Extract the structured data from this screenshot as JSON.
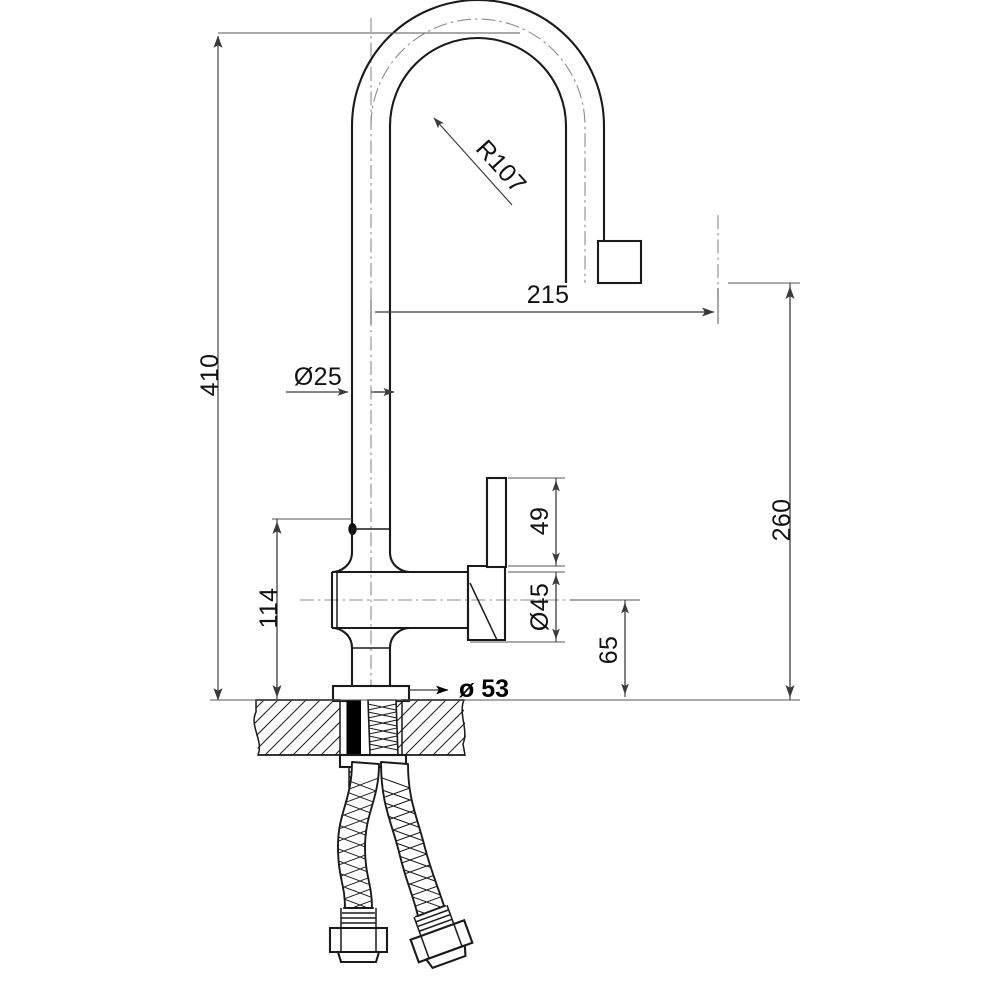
{
  "drawing": {
    "title": "Kitchen Mixer Tap Technical Dimension Drawing",
    "subject": "single-lever gooseneck kitchen faucet",
    "units": "mm",
    "background_color": "#ffffff",
    "line_color": "#1a1a1a",
    "dimension_color": "#3a3a3a",
    "center_line_color": "#8c8c8c"
  },
  "dimensions": {
    "overall_height": {
      "label": "410",
      "orientation": "vertical",
      "position": "left",
      "description": "total height from countertop to top of spout arc"
    },
    "spout_reach": {
      "label": "215",
      "orientation": "horizontal",
      "position": "upper-middle",
      "description": "horizontal reach from tap centre to spout outlet"
    },
    "spout_radius": {
      "label": "R107",
      "orientation": "diagonal",
      "position": "inside arc",
      "description": "bend radius of the gooseneck spout centreline"
    },
    "tube_diameter": {
      "label": "Ø25",
      "orientation": "horizontal",
      "position": "left of riser",
      "description": "diameter of the vertical riser tube"
    },
    "spout_height": {
      "label": "260",
      "orientation": "vertical",
      "position": "right",
      "description": "height from countertop to spout outlet"
    },
    "body_height": {
      "label": "114",
      "orientation": "vertical",
      "position": "left of body",
      "description": "height of the valve body from countertop"
    },
    "handle_height": {
      "label": "49",
      "orientation": "vertical",
      "position": "right of handle",
      "description": "height of the lever handle post"
    },
    "body_diameter": {
      "label": "Ø45",
      "orientation": "vertical",
      "position": "right of body",
      "description": "diameter of the cylindrical valve body"
    },
    "handle_clearance": {
      "label": "65",
      "orientation": "vertical",
      "position": "right of body",
      "description": "clearance height below handle pivot"
    },
    "base_diameter": {
      "label": "ø 53",
      "orientation": "horizontal",
      "position": "base flange, bold",
      "description": "diameter of the mounting base flange"
    }
  },
  "components": [
    {
      "name": "spout-arc",
      "label": "gooseneck spout"
    },
    {
      "name": "spout-outlet",
      "label": "aerator outlet"
    },
    {
      "name": "riser-tube",
      "label": "vertical riser tube"
    },
    {
      "name": "valve-body",
      "label": "cylindrical valve body"
    },
    {
      "name": "lever-handle",
      "label": "single lever handle"
    },
    {
      "name": "base-flange",
      "label": "mounting base flange"
    },
    {
      "name": "countertop",
      "label": "countertop section (hatched)"
    },
    {
      "name": "mounting-stud",
      "label": "threaded mounting stud"
    },
    {
      "name": "supply-hose-left",
      "label": "braided supply hose (left)"
    },
    {
      "name": "supply-hose-right",
      "label": "braided supply hose (right)"
    },
    {
      "name": "hose-nut-left",
      "label": "hex connection nut (left)"
    },
    {
      "name": "hose-nut-right",
      "label": "hex connection nut (right)"
    }
  ]
}
